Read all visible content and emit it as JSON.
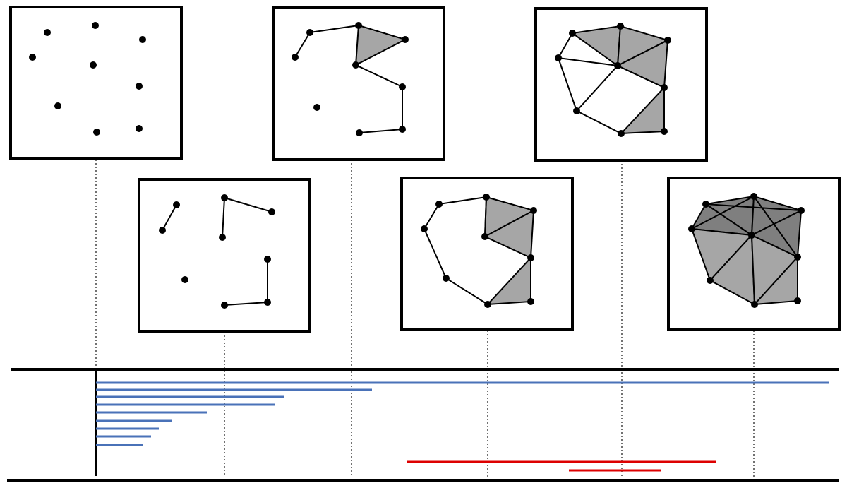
{
  "colors": {
    "background": "#ffffff",
    "frame": "#000000",
    "point": "#000000",
    "edge": "#000000",
    "face_light": "#a6a6a6",
    "face_dark": "#7f7f7f",
    "guide": "#444444",
    "bar_blue": "#4a72b8",
    "bar_red": "#dd0000"
  },
  "stages": [
    {
      "id": "stage-1",
      "description_icon": "points-only"
    },
    {
      "id": "stage-2",
      "description_icon": "few-edges"
    },
    {
      "id": "stage-3",
      "description_icon": "path-one-triangle"
    },
    {
      "id": "stage-4",
      "description_icon": "cycle-three-triangles"
    },
    {
      "id": "stage-5",
      "description_icon": "mesh-with-holes"
    },
    {
      "id": "stage-6",
      "description_icon": "full-triangulation"
    }
  ],
  "barcode": {
    "blue_bar_count": 9,
    "red_bar_count": 2
  }
}
